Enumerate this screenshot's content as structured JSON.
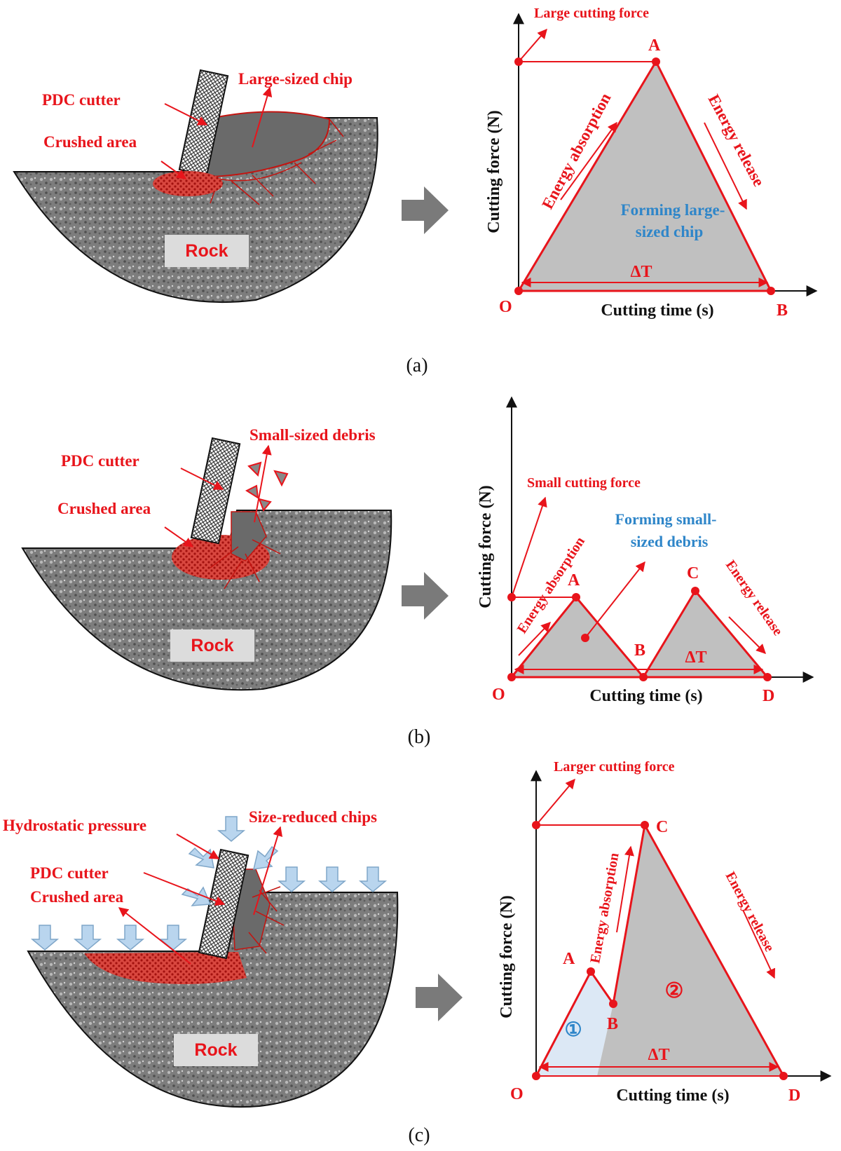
{
  "colors": {
    "accent": "#e8141b",
    "blue": "#2f86c9",
    "rock": "#7f7f7f",
    "area": "#c0c0c0"
  },
  "panel_a": {
    "caption": "(a)",
    "rock": "Rock",
    "pdc_cutter": "PDC cutter",
    "crushed_area": "Crushed area",
    "chip": "Large-sized chip",
    "force_label": "Large cutting force",
    "absorb": "Energy absorption",
    "release": "Energy release",
    "forming_1": "Forming large-",
    "forming_2": "sized chip",
    "delta": "ΔT",
    "pt_O": "O",
    "pt_A": "A",
    "pt_B": "B",
    "xlabel": "Cutting time (s)",
    "ylabel": "Cutting force (N)"
  },
  "panel_b": {
    "caption": "(b)",
    "rock": "Rock",
    "pdc_cutter": "PDC cutter",
    "crushed_area": "Crushed area",
    "debris": "Small-sized debris",
    "force_label": "Small cutting force",
    "absorb": "Energy absorption",
    "release": "Energy release",
    "forming_1": "Forming small-",
    "forming_2": "sized debris",
    "delta": "ΔT",
    "pt_O": "O",
    "pt_A": "A",
    "pt_B": "B",
    "pt_C": "C",
    "pt_D": "D",
    "xlabel": "Cutting time (s)",
    "ylabel": "Cutting force (N)"
  },
  "panel_c": {
    "caption": "(c)",
    "rock": "Rock",
    "hydro": "Hydrostatic pressure",
    "pdc_cutter": "PDC cutter",
    "crushed_area": "Crushed area",
    "chips": "Size-reduced chips",
    "force_label": "Larger cutting force",
    "absorb": "Energy absorption",
    "release": "Energy release",
    "region_1": "①",
    "region_2": "②",
    "delta": "ΔT",
    "pt_O": "O",
    "pt_A": "A",
    "pt_B": "B",
    "pt_C": "C",
    "pt_D": "D",
    "xlabel": "Cutting time (s)",
    "ylabel": "Cutting force (N)"
  }
}
